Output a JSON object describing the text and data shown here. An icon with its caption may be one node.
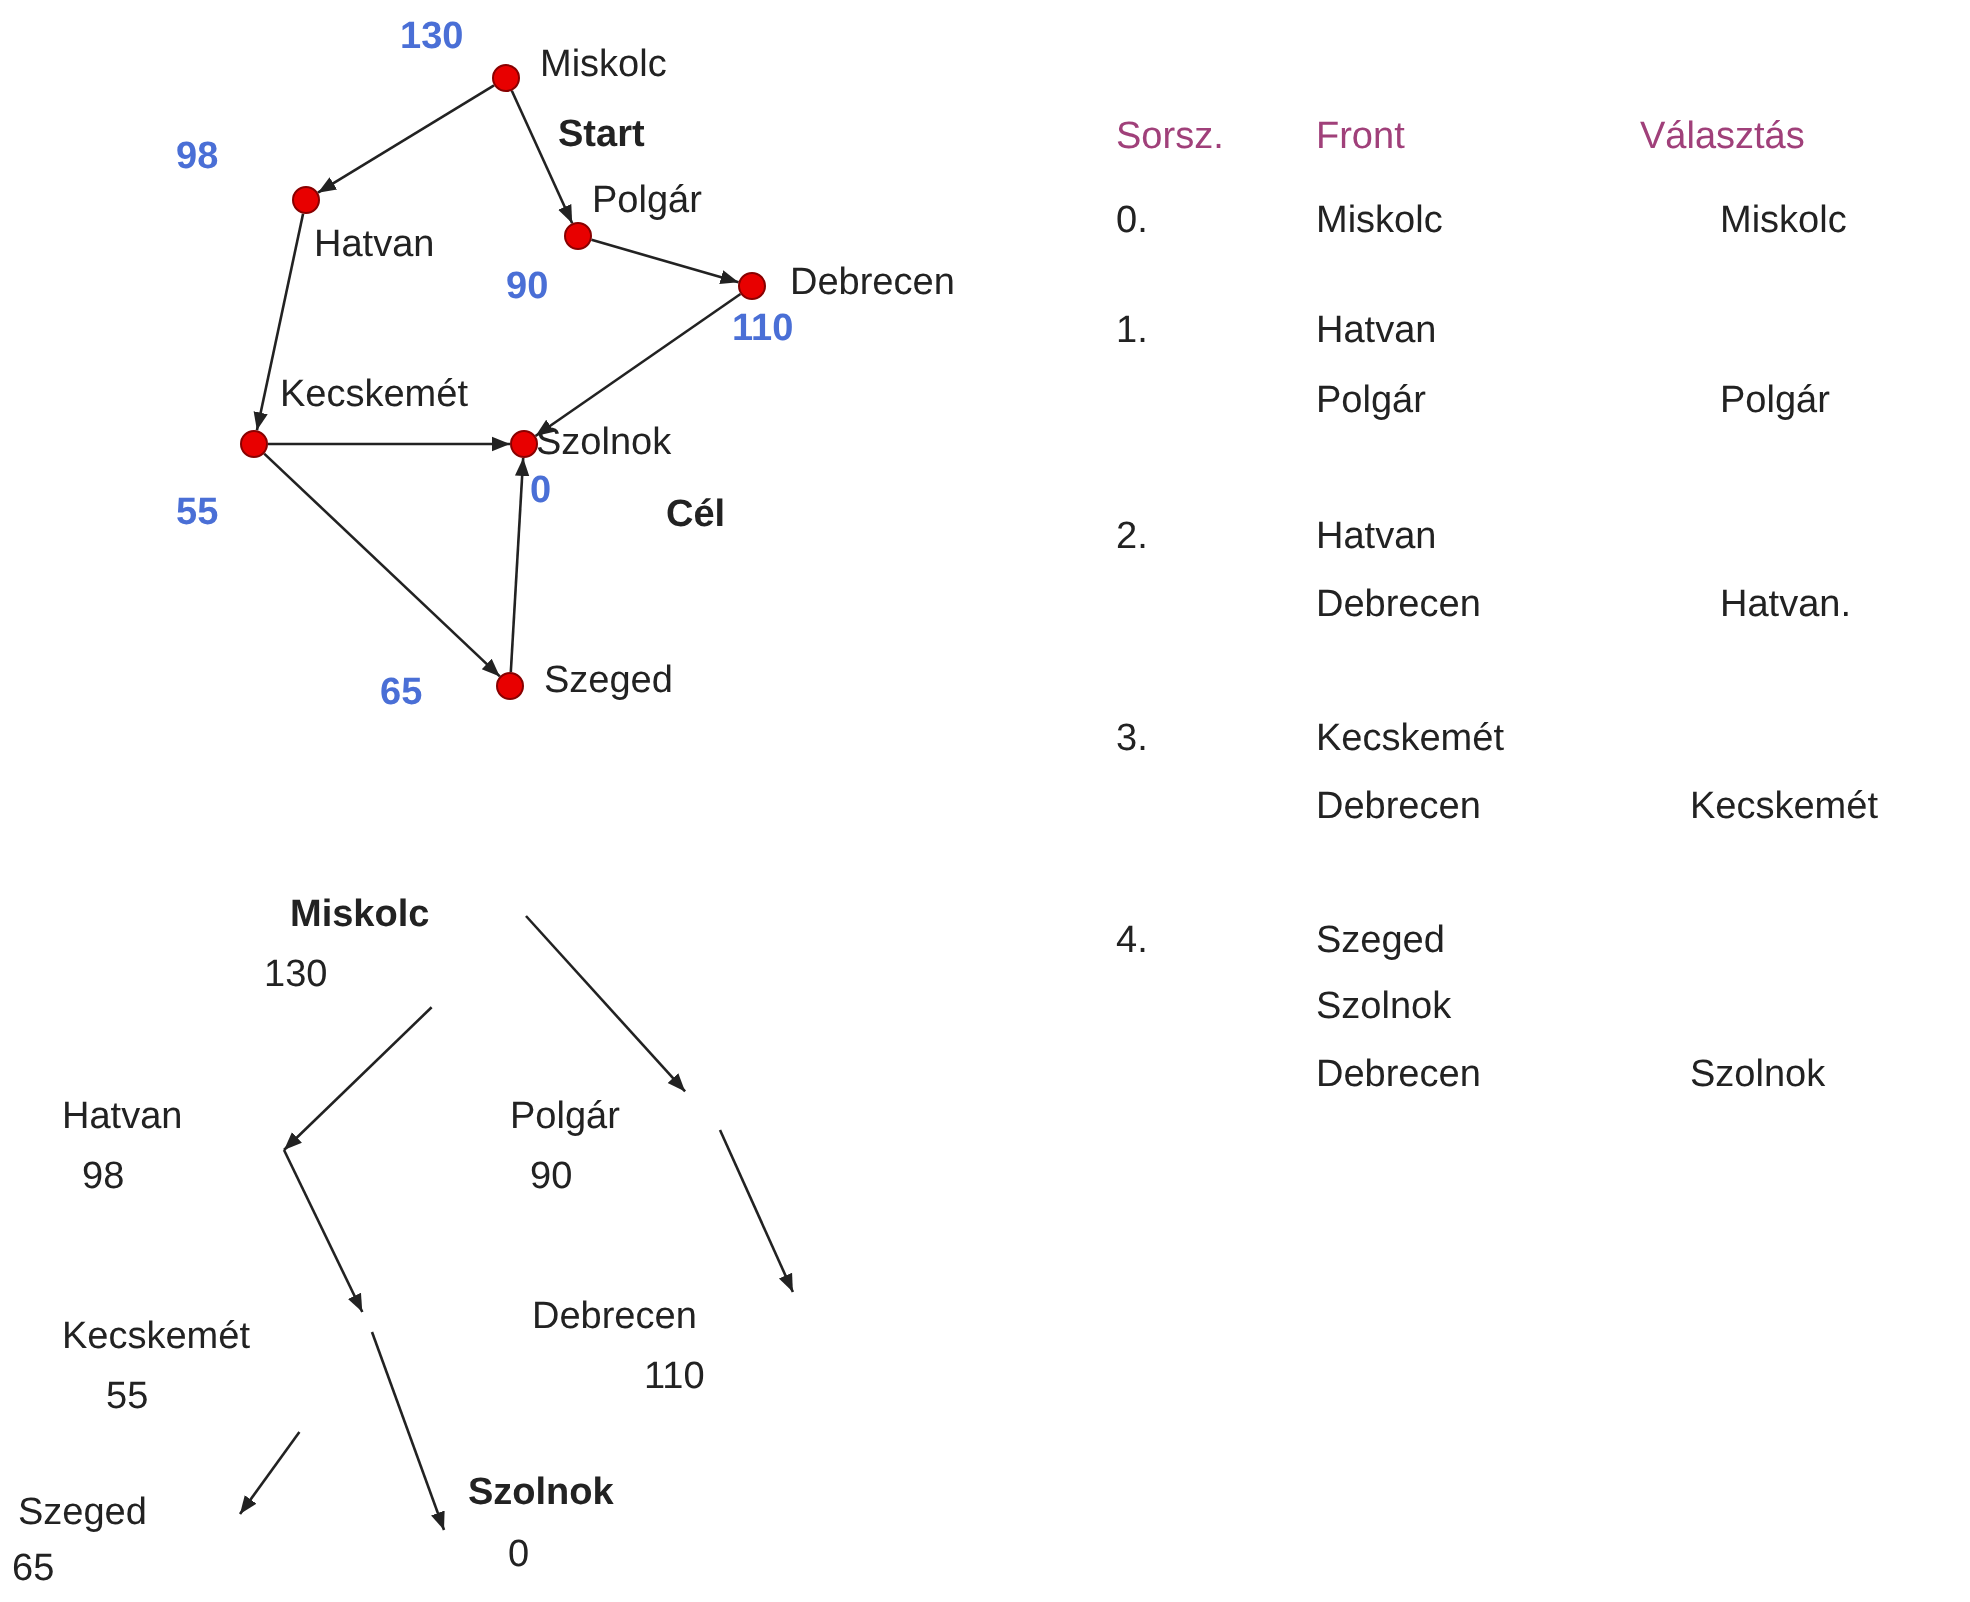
{
  "diagram": {
    "nodes": [
      {
        "text": [],
        "shape": "circle",
        "beside": [
          "Miskolc",
          "130",
          "Start"
        ]
      },
      {
        "text": [],
        "shape": "circle",
        "beside": [
          "Hatvan",
          "98"
        ]
      },
      {
        "text": [],
        "shape": "circle",
        "beside": [
          "Polgár",
          "90"
        ]
      },
      {
        "text": [],
        "shape": "circle",
        "beside": [
          "Debrecen",
          "110"
        ]
      },
      {
        "text": [],
        "shape": "circle",
        "beside": [
          "Kecskemét",
          "55"
        ]
      },
      {
        "text": [],
        "shape": "circle",
        "beside": [
          "Szolnok",
          "0",
          "Cél"
        ]
      },
      {
        "text": [],
        "shape": "circle",
        "beside": [
          "Szeged",
          "65"
        ]
      },
      {
        "text": [
          "Miskolc",
          "130"
        ]
      },
      {
        "text": [
          "Hatvan",
          "98"
        ]
      },
      {
        "text": [
          "Polgár",
          "90"
        ]
      },
      {
        "text": [
          "Debrecen",
          "110"
        ]
      },
      {
        "text": [
          "Kecskemét",
          "55"
        ]
      },
      {
        "text": [
          "Szeged",
          "65"
        ]
      },
      {
        "text": [
          "Szolnok",
          "0"
        ]
      }
    ],
    "edges": [
      {
        "from": 0,
        "to": 1,
        "arrow": "to"
      },
      {
        "from": 0,
        "to": 2,
        "arrow": "to"
      },
      {
        "from": 2,
        "to": 3,
        "arrow": "to"
      },
      {
        "from": 1,
        "to": 4,
        "arrow": "to"
      },
      {
        "from": 4,
        "to": 5,
        "arrow": "to"
      },
      {
        "from": 3,
        "to": 5,
        "arrow": "to"
      },
      {
        "from": 4,
        "to": 6,
        "arrow": "to"
      },
      {
        "from": 6,
        "to": 5,
        "arrow": "to"
      },
      {
        "from": 7,
        "to": 8,
        "arrow": "to"
      },
      {
        "from": 7,
        "to": 9,
        "arrow": "to"
      },
      {
        "from": 9,
        "to": 10,
        "arrow": "to"
      },
      {
        "from": 8,
        "to": 11,
        "arrow": "to"
      },
      {
        "from": 11,
        "to": 12,
        "arrow": "to"
      },
      {
        "from": 11,
        "to": 13,
        "arrow": "to"
      }
    ],
    "labels": [
      "Sorsz.",
      "Front",
      "Választás",
      "0.",
      "Miskolc",
      "Miskolc",
      "1.",
      "Hatvan",
      "Polgár",
      "Polgár",
      "2.",
      "Hatvan",
      "Debrecen",
      "Hatvan.",
      "3.",
      "Kecskemét",
      "Debrecen",
      "Kecskemét",
      "4.",
      "Szeged",
      "Szolnok",
      "Debrecen",
      "Szolnok"
    ]
  }
}
